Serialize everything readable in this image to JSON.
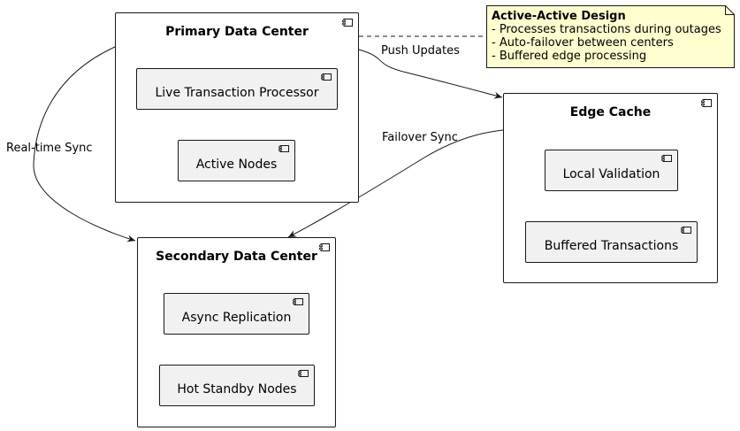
{
  "nodes": {
    "primary": {
      "title": "Primary Data Center",
      "components": [
        "Live Transaction Processor",
        "Active Nodes"
      ]
    },
    "secondary": {
      "title": "Secondary Data Center",
      "components": [
        "Async Replication",
        "Hot Standby Nodes"
      ]
    },
    "edge": {
      "title": "Edge Cache",
      "components": [
        "Local Validation",
        "Buffered Transactions"
      ]
    }
  },
  "edges": {
    "realtime_sync": "Real-time Sync",
    "push_updates": "Push Updates",
    "failover_sync": "Failover Sync"
  },
  "note": {
    "title": "Active-Active Design",
    "lines": [
      "- Processes transactions during outages",
      "- Auto-failover between centers",
      "- Buffered edge processing"
    ]
  },
  "colors": {
    "line": "#181818",
    "component_fill": "#f1f1f1",
    "note_fill": "#fefece"
  }
}
